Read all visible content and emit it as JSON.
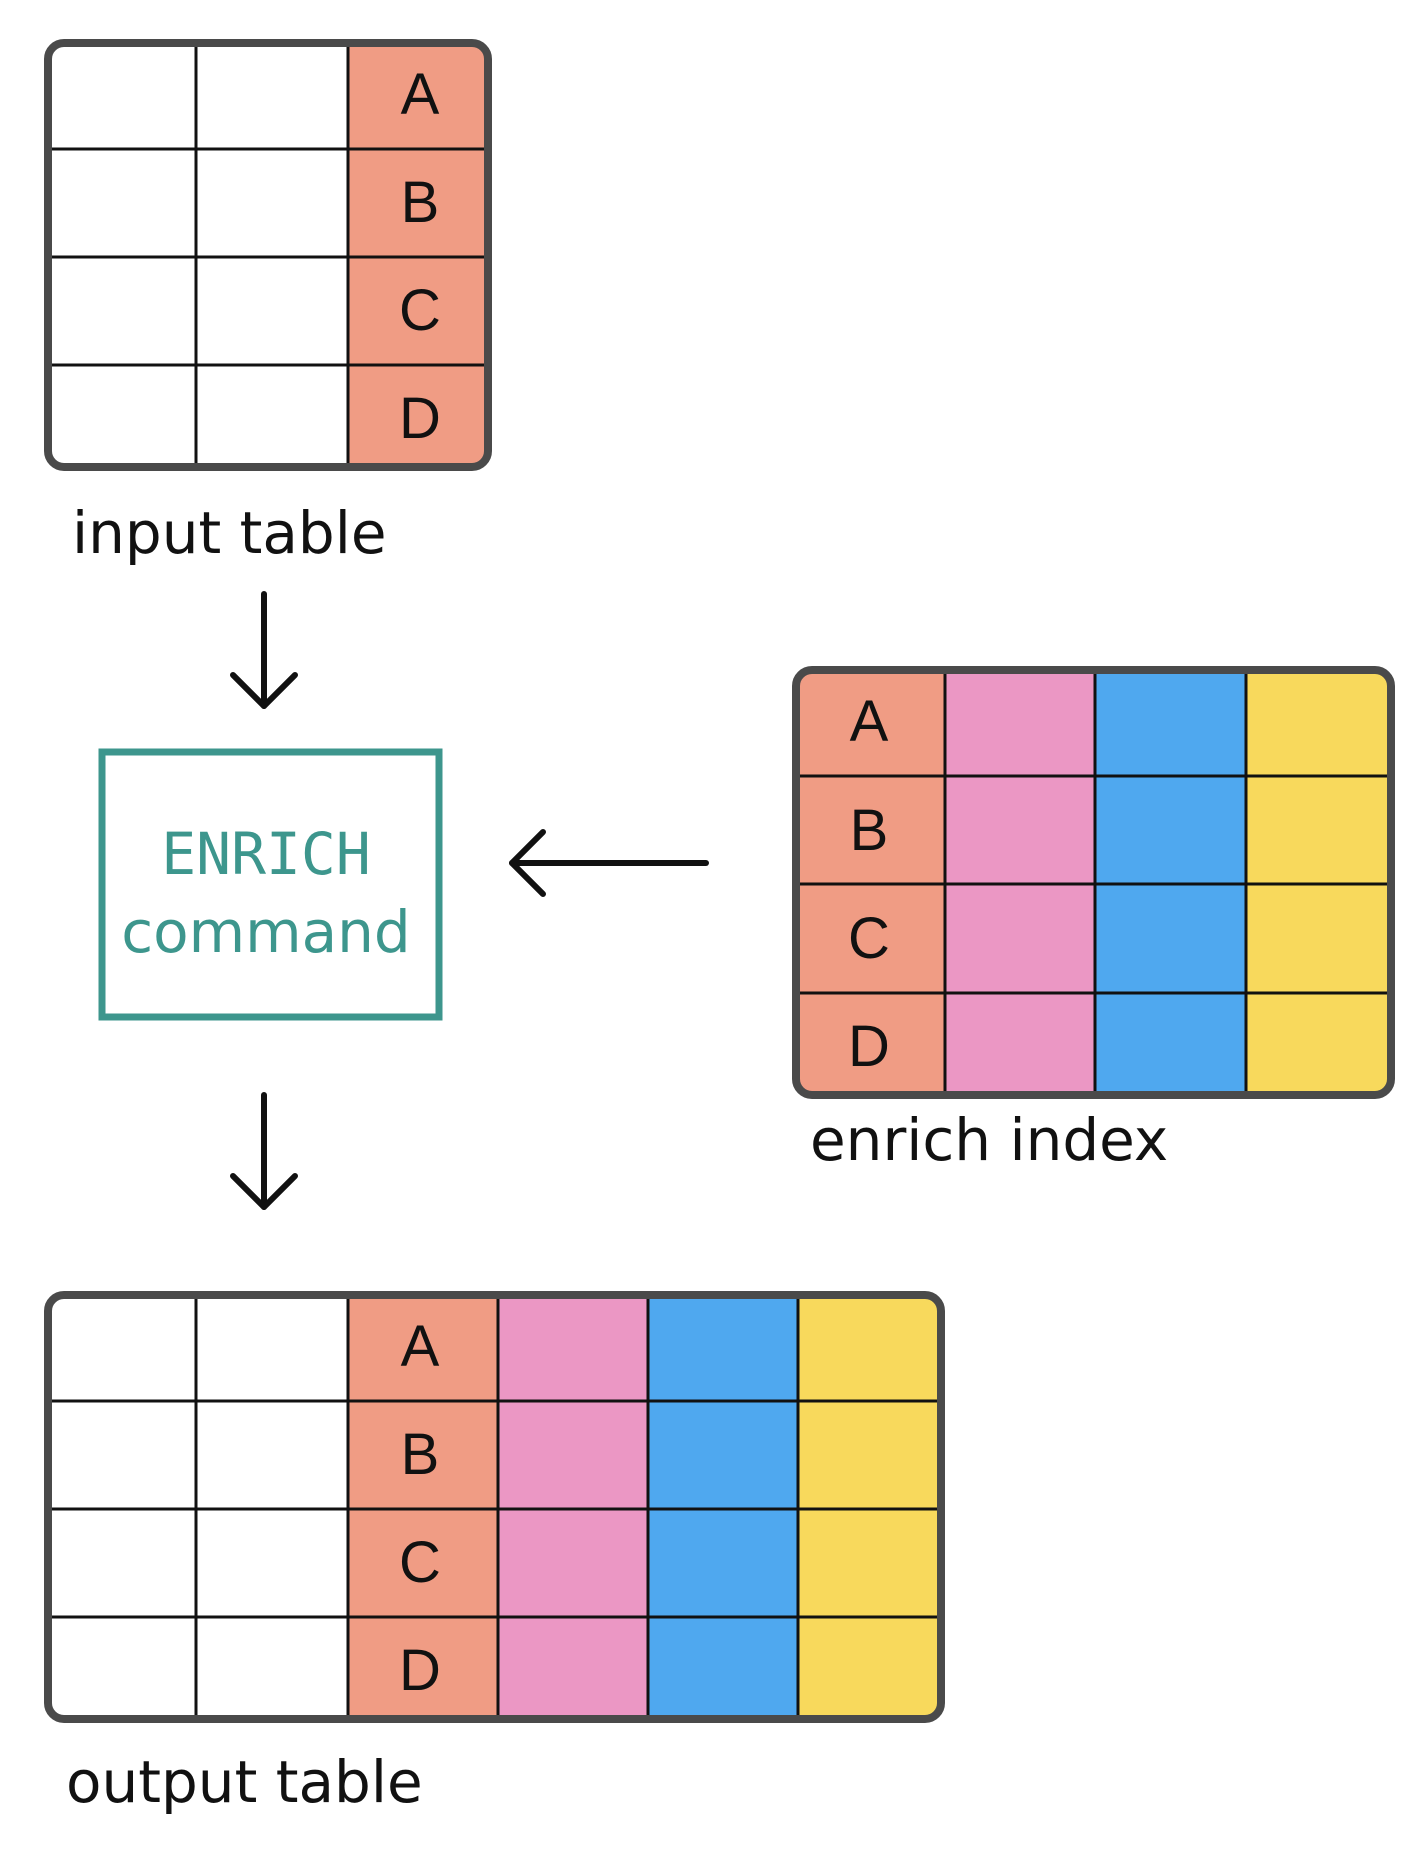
{
  "input_table": {
    "caption": "input table",
    "key_labels": [
      "A",
      "B",
      "C",
      "D"
    ]
  },
  "enrich_index": {
    "caption": "enrich index",
    "key_labels": [
      "A",
      "B",
      "C",
      "D"
    ]
  },
  "output_table": {
    "caption": "output table",
    "key_labels": [
      "A",
      "B",
      "C",
      "D"
    ]
  },
  "command": {
    "line1": "ENRICH",
    "line2": "command"
  },
  "colors": {
    "key": "#f09c84",
    "pink": "#eb97c4",
    "blue": "#4fa8ef",
    "yellow": "#f8d95c",
    "empty": "#ffffff",
    "frame": "#4a4a4a",
    "grid": "#111111",
    "command": "#3d968d",
    "arrow": "#111111"
  }
}
